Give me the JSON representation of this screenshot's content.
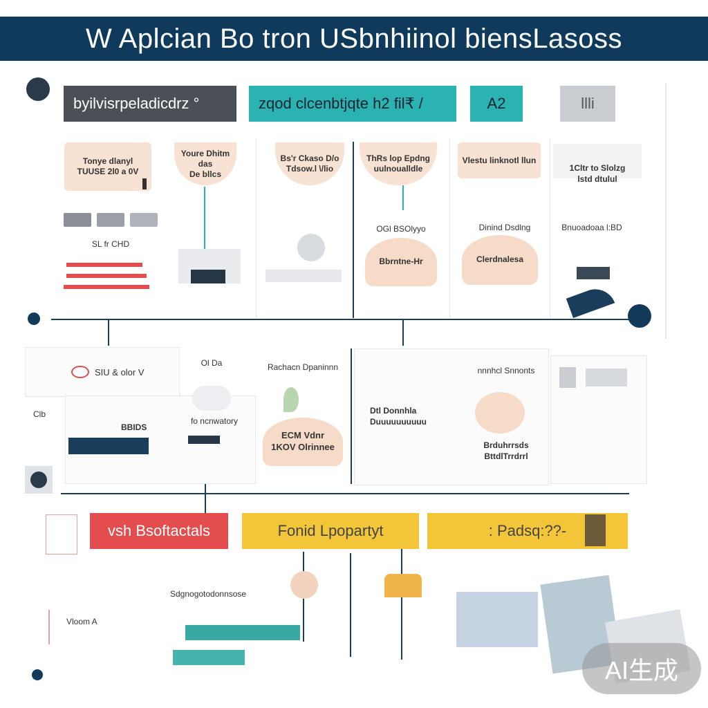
{
  "header": {
    "title": "W Aplcian Bo tron USbnhiinol biensLasoss"
  },
  "top_tags": {
    "dark": "byilvisrpeladicdrz °",
    "teal": "zqod clcenbtjqte h2 fil₹ /",
    "teal_small": "A2",
    "gray": "llli"
  },
  "row1": {
    "col1_card": "Tonye dlanyl\nTUUSE 2l0 a 0V",
    "col1_note": "SL fr CHD",
    "col2_card": "Youre Dhitm das\nDe bllcs",
    "col3_card": "Bs'r Ckaso D/o\nTdsow.l \\/lio",
    "col4_card": "ThRs lop Epdng\nuulnoualldle",
    "col4_label": "OGl BSOlyyo",
    "col4_blob": "Bbrntne-Hr",
    "col5_card": "Vlestu linknotl llun",
    "col5_label": "Dinind Dsdlng",
    "col5_blob": "Clerdnalesa",
    "col6_card": "1Cltr to Slolzg\nlstd dtulul",
    "col6_label": "Bnuoadoaa l:BD"
  },
  "row2": {
    "col1_label": "SIU & olor V",
    "col1_badge": "BBIDS",
    "col1_left": "Clb",
    "col2_label": "Ol Da",
    "col2_caption": "fo ncnwatory",
    "col3_label": "Rachacn Dpaninnn",
    "col3_blob": "ECM Vdnr\n1KOV Olrinnee",
    "col4_lines": "Dtl Donnhla\nDuuuuuuuuuu",
    "col5_label": "nnnhcl Snnonts",
    "col5_lines": "Brduhrrsds\nBttdlTrrdrrl"
  },
  "bottom_tags": {
    "red": "vsh Bsoftactals",
    "yellow": "Fonid Lpopartyt",
    "yellow2": ": Padsq:??-"
  },
  "row3": {
    "col1_label": "Vloom A",
    "col2_label": "Sdgnogotodonnsose"
  },
  "watermark": "AI生成",
  "colors": {
    "navy": "#0f3a5c",
    "teal": "#2bb3b1",
    "red": "#e44d4d",
    "yellow": "#f3c63a",
    "peach": "#f8e2d3"
  }
}
